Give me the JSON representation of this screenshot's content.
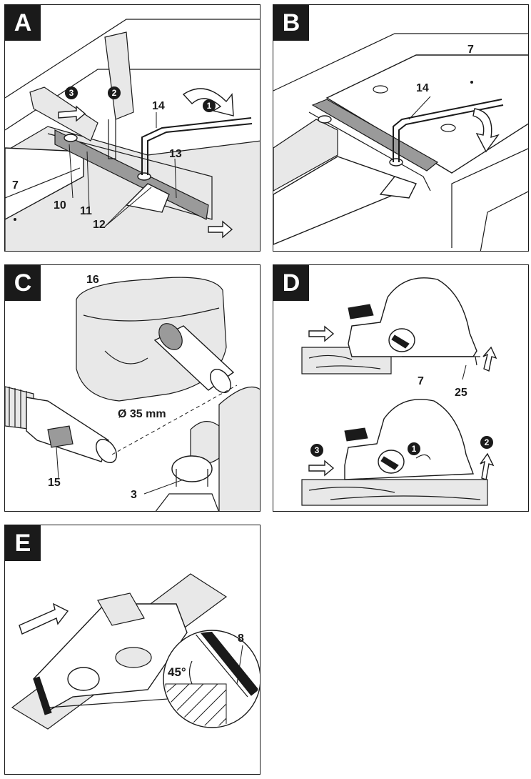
{
  "panels": [
    {
      "id": "A",
      "labels": [
        "7",
        "10",
        "11",
        "12",
        "13",
        "14"
      ],
      "steps": [
        "1",
        "2",
        "3"
      ]
    },
    {
      "id": "B",
      "labels": [
        "7",
        "14"
      ]
    },
    {
      "id": "C",
      "labels": [
        "16",
        "15",
        "3",
        "Ø 35 mm"
      ]
    },
    {
      "id": "D",
      "labels": [
        "7",
        "25"
      ],
      "steps": [
        "1",
        "2",
        "3"
      ]
    },
    {
      "id": "E",
      "labels": [
        "8",
        "45°"
      ]
    }
  ]
}
